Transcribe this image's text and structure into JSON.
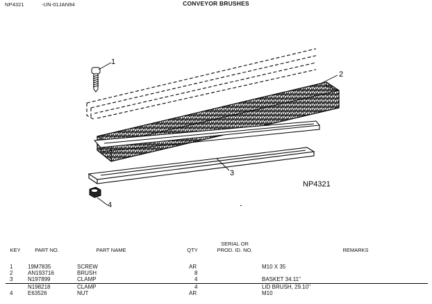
{
  "header": {
    "code": "NP4321",
    "date": "-UN-01JAN94",
    "title": "CONVEYOR BRUSHES"
  },
  "diagram": {
    "callouts": [
      "1",
      "2",
      "3",
      "4"
    ],
    "figure_id": "NP4321"
  },
  "table": {
    "headers": {
      "key": "KEY",
      "part_no": "PART NO.",
      "part_name": "PART NAME",
      "qty": "QTY",
      "serial_line1": "SERIAL OR",
      "serial_line2": "PROD. ID. NO.",
      "remarks": "REMARKS"
    },
    "rows": [
      {
        "key": "1",
        "part_no": "19M7835",
        "part_name": "SCREW",
        "qty": "AR",
        "remarks": "M10 X 35"
      },
      {
        "key": "2",
        "part_no": "AN193716",
        "part_name": "BRUSH",
        "qty": "8",
        "remarks": ""
      },
      {
        "key": "3",
        "part_no": "N197899",
        "part_name": "CLAMP",
        "qty": "4",
        "remarks": "BASKET 34.11\""
      },
      {
        "key": "",
        "part_no": "N198218",
        "part_name": "CLAMP",
        "qty": "4",
        "remarks": "LID BRUSH, 29.10\""
      },
      {
        "key": "4",
        "part_no": "E63526",
        "part_name": "NUT",
        "qty": "AR",
        "remarks": "M10"
      }
    ]
  }
}
